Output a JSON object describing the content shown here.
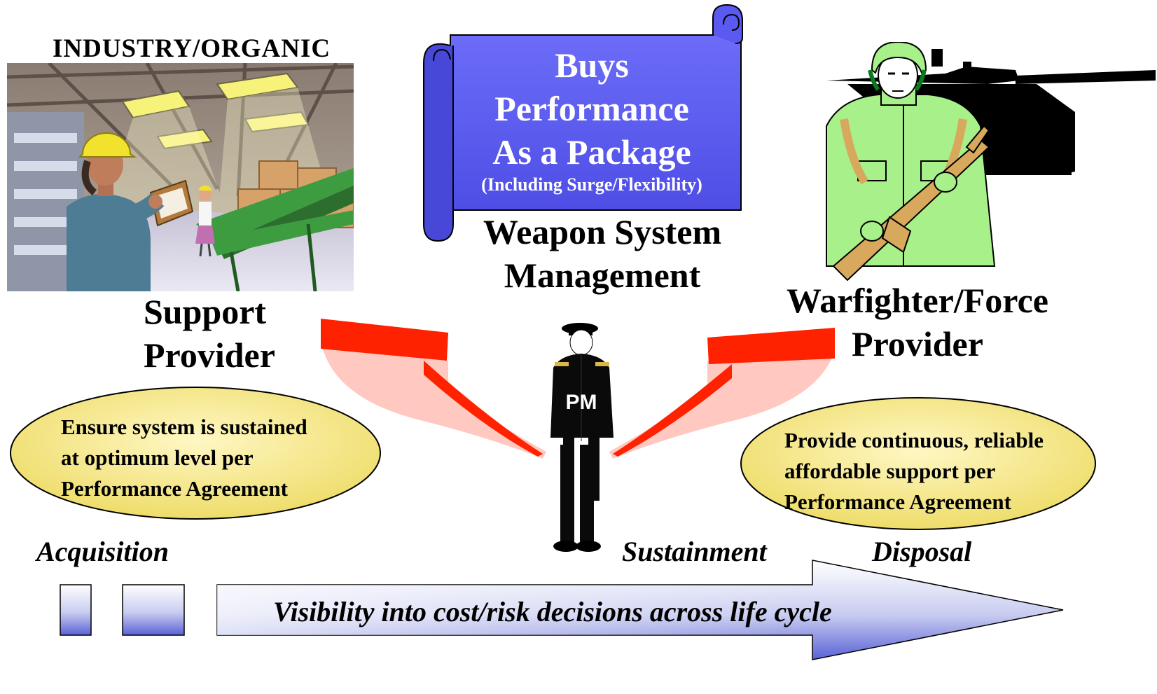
{
  "support": {
    "header": "INDUSTRY/ORGANIC",
    "label_line1": "Support",
    "label_line2": "Provider",
    "oval_line1": "Ensure system is sustained",
    "oval_line2": "at optimum level per",
    "oval_line3": "Performance Agreement"
  },
  "scroll": {
    "line1": "Buys",
    "line2": "Performance",
    "line3": "As a Package",
    "line4": "(Including Surge/Flexibility)"
  },
  "wsm": {
    "line1": "Weapon System",
    "line2": "Management"
  },
  "warfighter": {
    "label_line1": "Warfighter/Force",
    "label_line2": "Provider",
    "oval_line1": "Provide continuous, reliable",
    "oval_line2": "affordable support per",
    "oval_line3": "Performance Agreement"
  },
  "pm": {
    "badge": "PM"
  },
  "phases": {
    "acquisition": "Acquisition",
    "sustainment": "Sustainment",
    "disposal": "Disposal"
  },
  "lifecycle": {
    "arrow_text": "Visibility into cost/risk decisions across life cycle"
  },
  "colors": {
    "scroll": "#5b5bf0",
    "arrow_red": "#ff2200",
    "arrow_pink": "#ffc8c0",
    "oval_fill": "#f6e98a",
    "soldier_green": "#a8f08a"
  }
}
